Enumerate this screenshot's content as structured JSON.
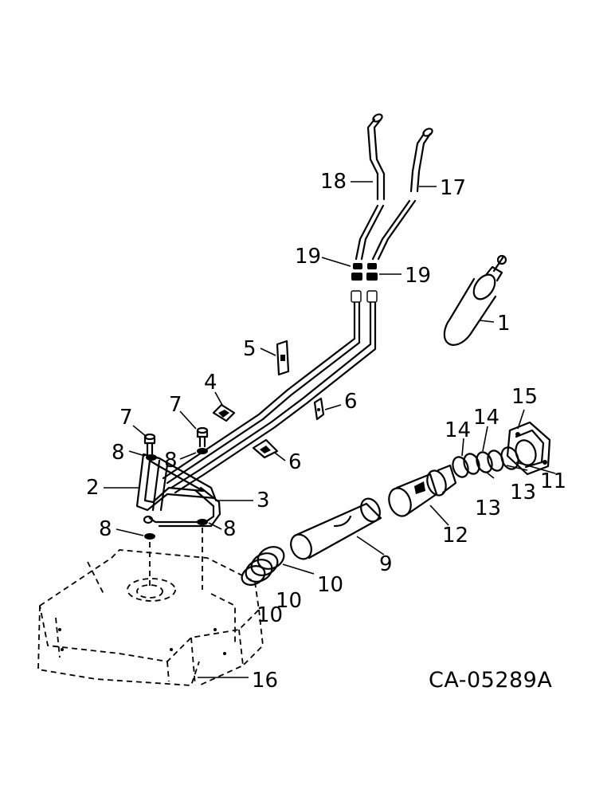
{
  "diagram": {
    "drawing_code": "CA-05289A",
    "callouts": {
      "c1": "1",
      "c2": "2",
      "c3": "3",
      "c4": "4",
      "c5": "5",
      "c6a": "6",
      "c6b": "6",
      "c7a": "7",
      "c7b": "7",
      "c8a": "8",
      "c8b": "8",
      "c8c": "8",
      "c8d": "8",
      "c9": "9",
      "c10a": "10",
      "c10b": "10",
      "c10c": "10",
      "c11": "11",
      "c12": "12",
      "c13a": "13",
      "c13b": "13",
      "c14a": "14",
      "c14b": "14",
      "c15": "15",
      "c16": "16",
      "c17": "17",
      "c18": "18",
      "c19a": "19",
      "c19b": "19"
    }
  }
}
